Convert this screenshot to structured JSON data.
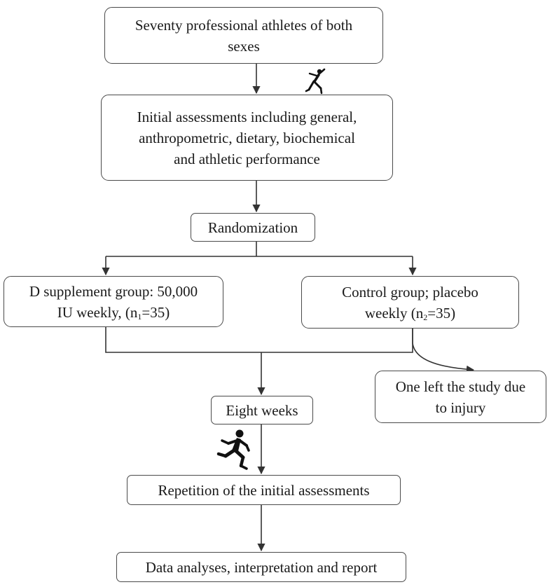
{
  "nodes": {
    "participants": {
      "line1": "Seventy professional athletes of both",
      "line2": "sexes"
    },
    "initial": {
      "line1": "Initial assessments including general,",
      "line2": "anthropometric, dietary, biochemical",
      "line3": "and athletic performance"
    },
    "randomization": {
      "label": "Randomization"
    },
    "vitd": {
      "line1": "D supplement group: 50,000",
      "line2_pre": "IU weekly, (n",
      "line2_sub": "1",
      "line2_post": "=35)"
    },
    "control": {
      "line1": "Control group; placebo",
      "line2_pre": "weekly (n",
      "line2_sub": "2",
      "line2_post": "=35)"
    },
    "dropout": {
      "line1": "One left the study due",
      "line2": "to injury"
    },
    "duration": {
      "label": "Eight weeks"
    },
    "repeat": {
      "label": "Repetition of the initial assessments"
    },
    "analysis": {
      "label": "Data analyses, interpretation and report"
    }
  },
  "icons": [
    "athlete-stretching-icon",
    "runner-icon"
  ],
  "colors": {
    "stroke": "#4a4a4a",
    "text": "#1a1a1a",
    "silhouette": "#111111"
  }
}
